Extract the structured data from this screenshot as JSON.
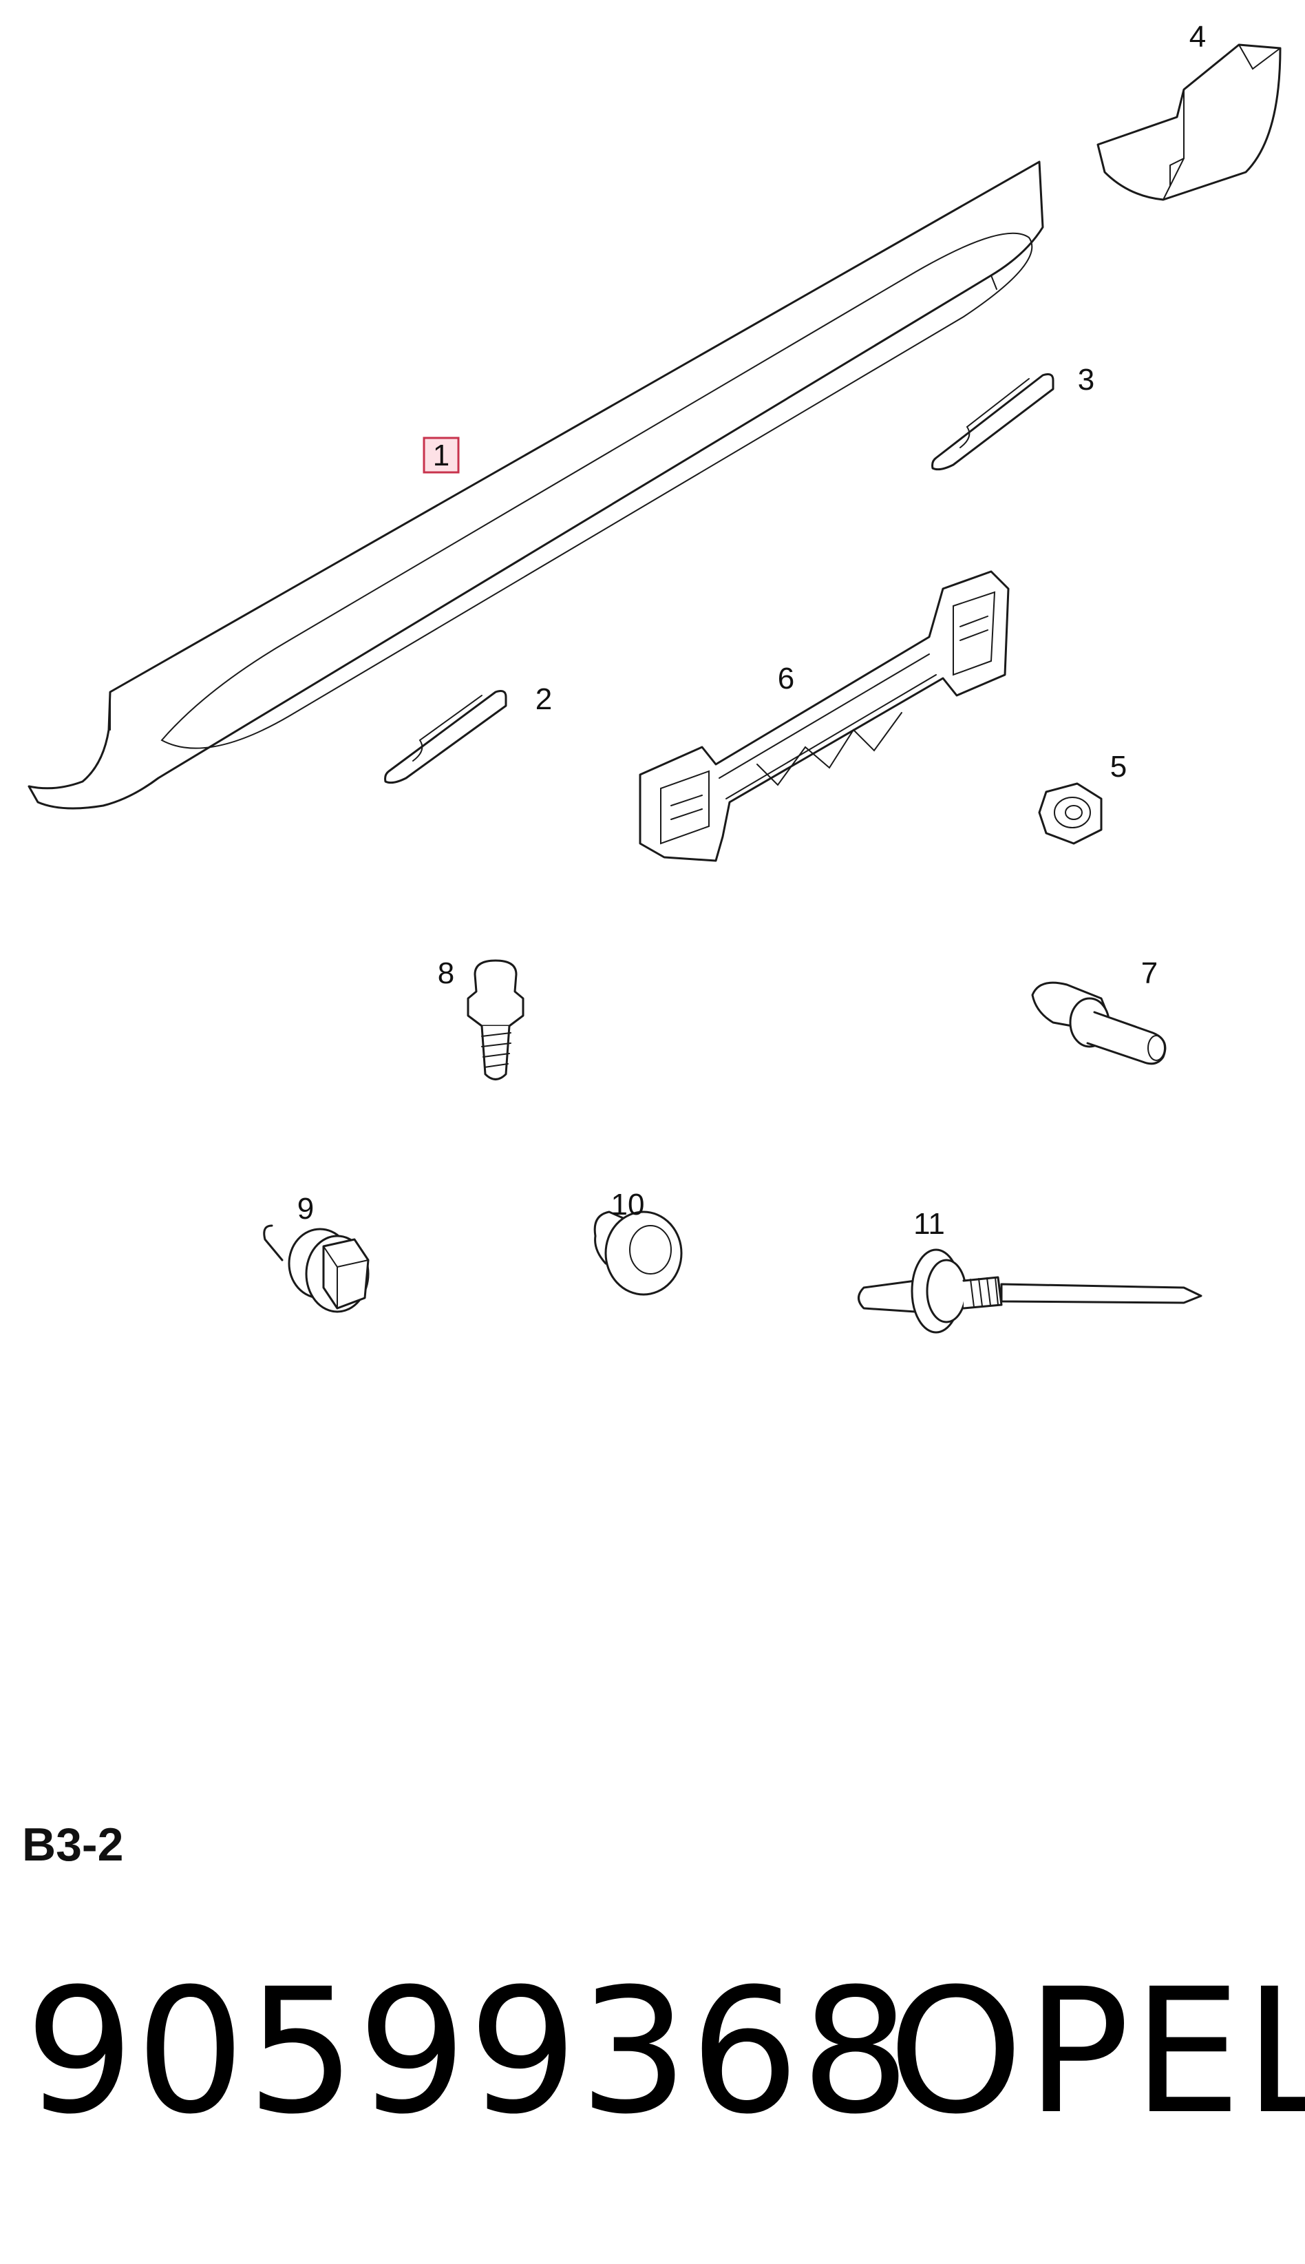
{
  "diagram": {
    "code": "B3-2",
    "highlighted_callout": "1",
    "highlight_color": "#c8334d",
    "highlight_fill": "#fde1e6",
    "callouts": [
      {
        "id": "1",
        "label": "1"
      },
      {
        "id": "2",
        "label": "2"
      },
      {
        "id": "3",
        "label": "3"
      },
      {
        "id": "4",
        "label": "4"
      },
      {
        "id": "5",
        "label": "5"
      },
      {
        "id": "6",
        "label": "6"
      },
      {
        "id": "7",
        "label": "7"
      },
      {
        "id": "8",
        "label": "8"
      },
      {
        "id": "9",
        "label": "9"
      },
      {
        "id": "10",
        "label": "10"
      },
      {
        "id": "11",
        "label": "11"
      }
    ]
  },
  "footer": {
    "part_number": "90599368",
    "brand": "OPEL"
  }
}
